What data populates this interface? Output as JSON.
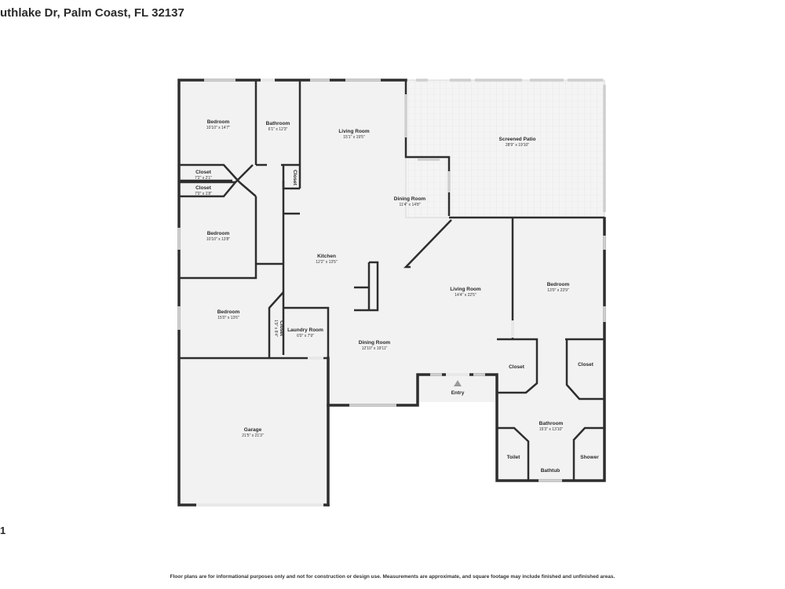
{
  "title": "uthlake Dr, Palm Coast, FL 32137",
  "page_number": "1",
  "footer": "Floor plans are for informational purposes only and not for construction or design use. Measurements are approximate, and square footage may include finished and unfinished areas.",
  "entry_label": "Entry",
  "rooms": {
    "bedroom1": {
      "name": "Bedroom",
      "dims": "10'10\" x 14'7\""
    },
    "bathroom1": {
      "name": "Bathroom",
      "dims": "6'1\" x 12'3\""
    },
    "closet_small": {
      "name": "Closet"
    },
    "living1": {
      "name": "Living Room",
      "dims": "15'1\" x 19'5\""
    },
    "patio": {
      "name": "Screened Patio",
      "dims": "28'9\" x 19'10\""
    },
    "closet1": {
      "name": "Closet",
      "dims": "7'2\" x 2'1\""
    },
    "closet2": {
      "name": "Closet",
      "dims": "7'0\" x 1'8\""
    },
    "dining1": {
      "name": "Dining Room",
      "dims": "11'4\" x 14'8\""
    },
    "bedroom2": {
      "name": "Bedroom",
      "dims": "10'10\" x 13'8\""
    },
    "kitchen": {
      "name": "Kitchen",
      "dims": "12'2\" x 13'5\""
    },
    "living2": {
      "name": "Living Room",
      "dims": "14'4\" x 22'5\""
    },
    "bedroom4": {
      "name": "Bedroom",
      "dims": "13'0\" x 23'9\""
    },
    "bedroom3": {
      "name": "Bedroom",
      "dims": "15'0\" x 13'6\""
    },
    "closet3": {
      "name": "Closet",
      "dims": "1'9\" x 8'4\""
    },
    "laundry": {
      "name": "Laundry Room",
      "dims": "6'0\" x 7'9\""
    },
    "dining2": {
      "name": "Dining Room",
      "dims": "12'10\" x 19'11\""
    },
    "closet4": {
      "name": "Closet"
    },
    "closet5": {
      "name": "Closet"
    },
    "bathroom2": {
      "name": "Bathroom",
      "dims": "15'3\" x 13'10\""
    },
    "garage": {
      "name": "Garage",
      "dims": "21'5\" x 21'3\""
    },
    "toilet": {
      "name": "Toilet"
    },
    "bathtub": {
      "name": "Bathtub"
    },
    "shower": {
      "name": "Shower"
    }
  }
}
